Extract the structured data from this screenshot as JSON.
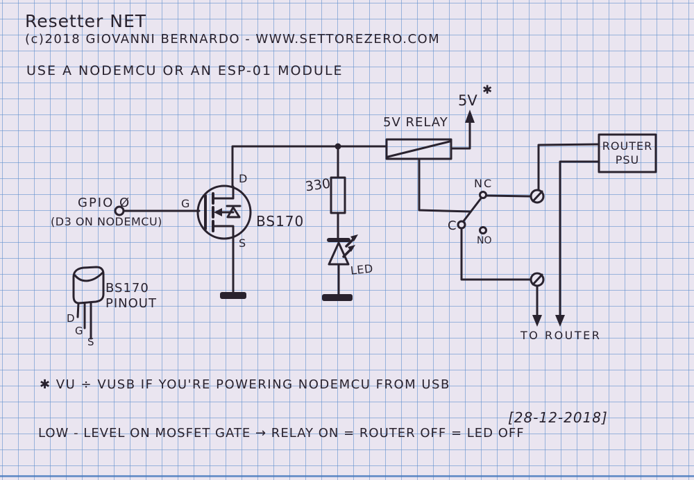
{
  "title": "Resetter NET",
  "copyright": "(c)2018 GIOVANNI BERNARDO  - WWW.SETTOREZERO.COM",
  "subtitle": "USE A NODEMCU OR AN ESP-01 MODULE",
  "colors": {
    "paper": "#eae5f0",
    "grid": "#6090cd",
    "ink": "#29222e"
  },
  "schematic": {
    "gpio_label": "GPIO Ø",
    "gpio_sublabel": "(D3 ON NODEMCU)",
    "gate_label": "G",
    "drain_label": "D",
    "source_label": "S",
    "mosfet_label": "BS170",
    "resistor_value": "330",
    "led_label": "LED",
    "relay_label": "5V RELAY",
    "supply_label": "5V",
    "supply_asterisk": "✱",
    "nc_label": "NC",
    "c_label": "C",
    "no_label": "NO",
    "psu_line1": "ROUTER",
    "psu_line2": "PSU",
    "to_router_label": "TO ROUTER"
  },
  "pinout": {
    "label_line1": "BS170",
    "label_line2": "PINOUT",
    "pins": [
      "D",
      "G",
      "S"
    ]
  },
  "notes": {
    "usb_note": "✱ VU ÷ VUSB  IF YOU'RE POWERING NODEMCU FROM USB",
    "date": "[28-12-2018]",
    "logic_note": "LOW - LEVEL ON   MOSFET GATE → RELAY ON = ROUTER OFF = LED OFF"
  }
}
